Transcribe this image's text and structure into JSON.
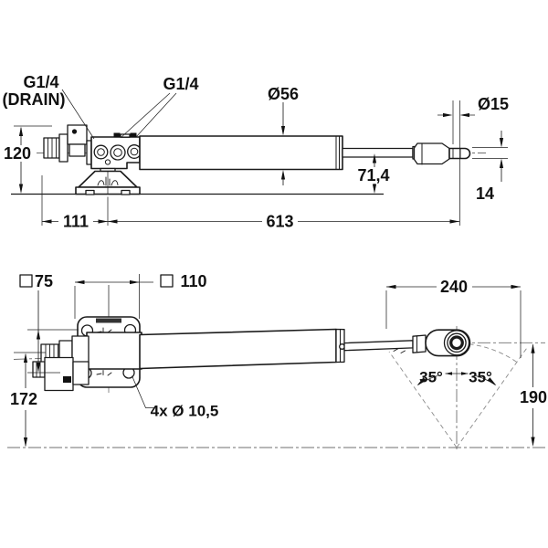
{
  "drawing": {
    "side_view": {
      "label_drain_line1": "G1/4",
      "label_drain_line2": "(DRAIN)",
      "label_port": "G1/4",
      "dim_cylinder_diameter": "Ø56",
      "dim_rod_end_diameter": "Ø15",
      "dim_height": "120",
      "dim_axis_height": "71,4",
      "dim_rod_end_width": "14",
      "dim_foot_offset": "111",
      "dim_overall_length": "613"
    },
    "plan_view": {
      "dim_body_square": "75",
      "dim_flange_square": "110",
      "dim_swing_width": "240",
      "dim_mount_height": "172",
      "dim_swing_radius": "190",
      "dim_angle_left": "35°",
      "dim_angle_right": "35°",
      "label_bolt_holes": "4x Ø 10,5"
    }
  }
}
